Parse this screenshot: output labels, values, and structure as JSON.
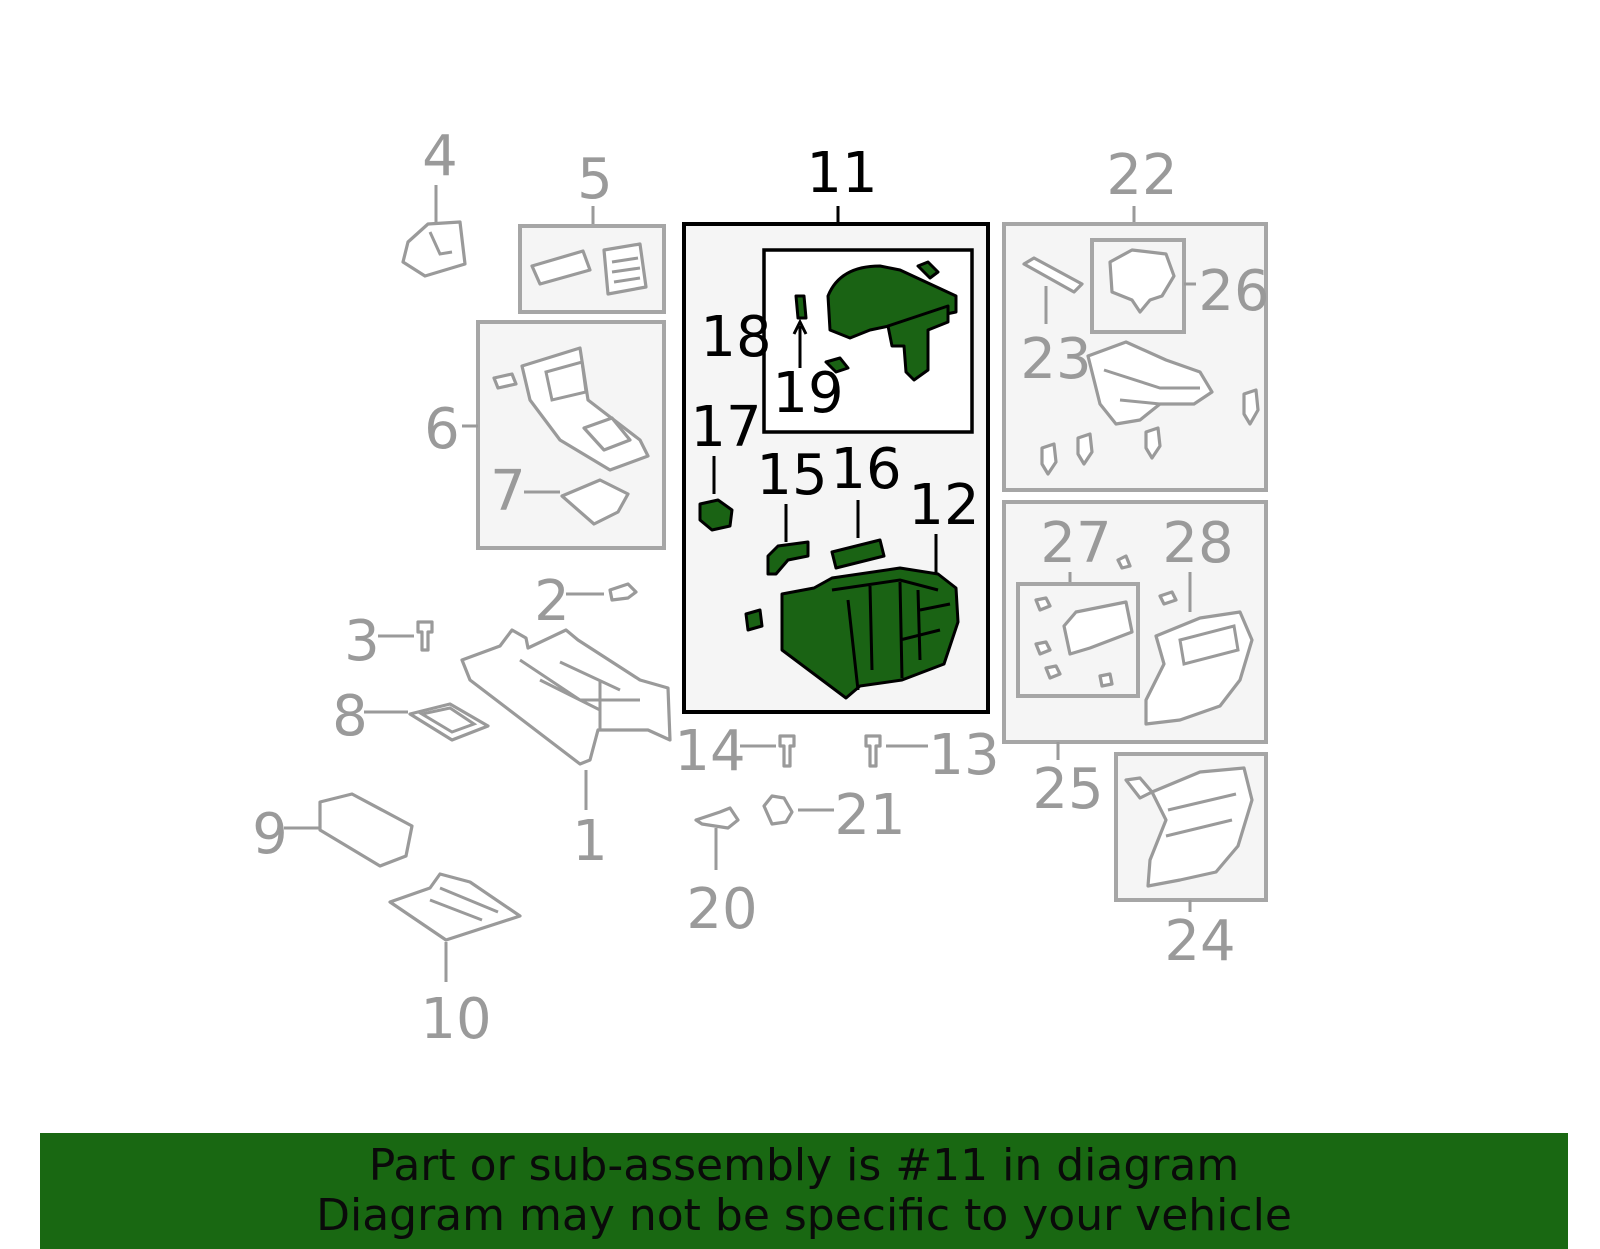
{
  "callouts": {
    "c1": "1",
    "c2": "2",
    "c3": "3",
    "c4": "4",
    "c5": "5",
    "c6": "6",
    "c7": "7",
    "c8": "8",
    "c9": "9",
    "c10": "10",
    "c11": "11",
    "c12": "12",
    "c13": "13",
    "c14": "14",
    "c15": "15",
    "c16": "16",
    "c17": "17",
    "c18": "18",
    "c19": "19",
    "c20": "20",
    "c21": "21",
    "c22": "22",
    "c23": "23",
    "c24": "24",
    "c25": "25",
    "c26": "26",
    "c27": "27",
    "c28": "28"
  },
  "highlight": {
    "part_number": "11",
    "color": "#1a6314"
  },
  "footer": {
    "line1": "Part or sub-assembly is #11 in diagram",
    "line2": "Diagram may not be specific to your vehicle",
    "background": "#196812"
  }
}
